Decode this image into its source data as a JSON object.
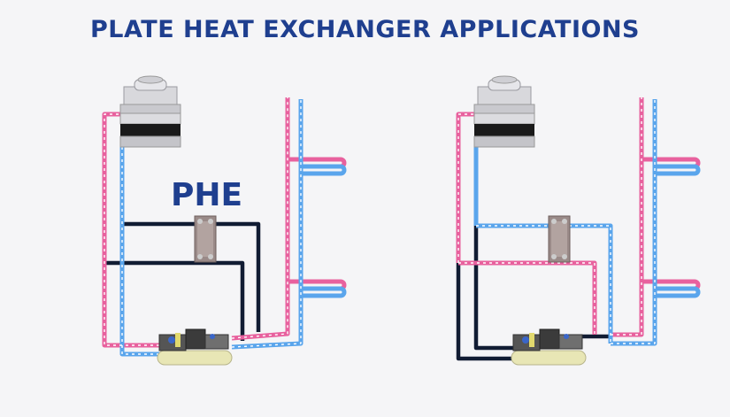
{
  "title": "PLATE HEAT EXCHANGER APPLICATIONS",
  "phe_label": "PHE",
  "colors": {
    "title": "#1f3f8f",
    "pink_pipe": "#e8619e",
    "blue_pipe": "#5aa5ec",
    "dark_pipe": "#111c33",
    "background": "#f5f5f7"
  },
  "diagrams": [
    {
      "name": "left-application",
      "components": [
        "cooling-tower",
        "plate-heat-exchanger",
        "chiller",
        "air-handler-coils"
      ]
    },
    {
      "name": "right-application",
      "components": [
        "cooling-tower",
        "plate-heat-exchanger",
        "chiller",
        "air-handler-coils"
      ]
    }
  ]
}
